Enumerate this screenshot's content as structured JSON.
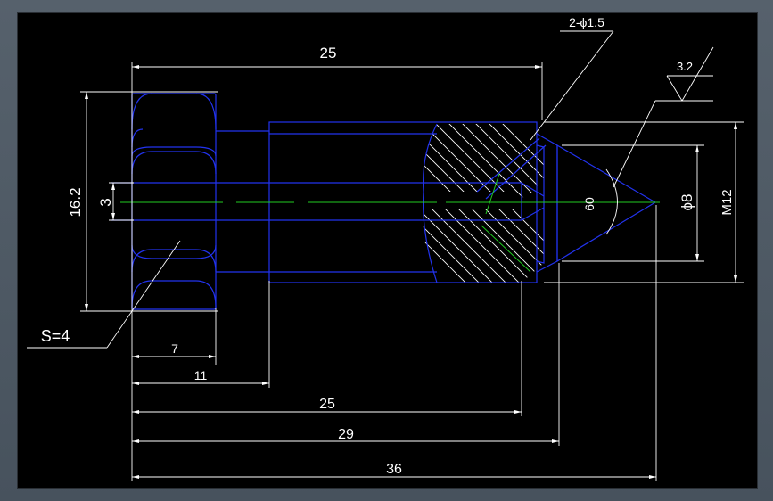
{
  "colors": {
    "background": "#000000",
    "outline": "#2233ee",
    "dimension": "#ffffff",
    "centerline": "#22cc22",
    "hatch": "#ffffff"
  },
  "dimensions": {
    "top_length": "25",
    "hole_note": "2-ϕ1.5",
    "roughness": "3.2",
    "hex_height": "16.2",
    "bore_dia": "3",
    "across_flats": "S=4",
    "len_7": "7",
    "len_11": "11",
    "len_25": "25",
    "len_29": "29",
    "len_36": "36",
    "cone_angle": "60",
    "tip_dia": "ϕ8",
    "thread": "M12"
  }
}
